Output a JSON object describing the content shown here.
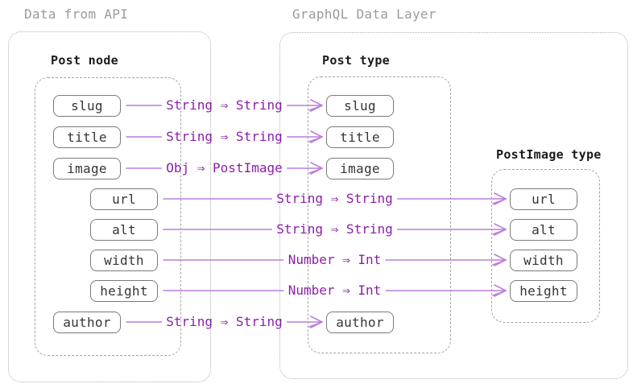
{
  "regions": [
    {
      "id": "data-from-api",
      "label": "Data from API"
    },
    {
      "id": "graphql-data-layer",
      "label": "GraphQL Data Layer"
    }
  ],
  "groups": [
    {
      "id": "post_node",
      "title": "Post node",
      "region": "data-from-api",
      "fields": [
        "slug",
        "title",
        "image",
        "url",
        "alt",
        "width",
        "height",
        "author"
      ]
    },
    {
      "id": "post_type",
      "title": "Post type",
      "region": "graphql-data-layer",
      "fields": [
        "slug",
        "title",
        "image",
        "author"
      ]
    },
    {
      "id": "postimage_type",
      "title": "PostImage type",
      "region": "graphql-data-layer",
      "fields": [
        "url",
        "alt",
        "width",
        "height"
      ]
    }
  ],
  "arrows": [
    {
      "from": "post_node.slug",
      "to": "post_type.slug",
      "label": "String ⇒ String"
    },
    {
      "from": "post_node.title",
      "to": "post_type.title",
      "label": "String ⇒ String"
    },
    {
      "from": "post_node.image",
      "to": "post_type.image",
      "label": "Obj ⇒ PostImage"
    },
    {
      "from": "post_node.url",
      "to": "postimage_type.url",
      "label": "String ⇒ String"
    },
    {
      "from": "post_node.alt",
      "to": "postimage_type.alt",
      "label": "String ⇒ String"
    },
    {
      "from": "post_node.width",
      "to": "postimage_type.width",
      "label": "Number ⇒ Int"
    },
    {
      "from": "post_node.height",
      "to": "postimage_type.height",
      "label": "Number ⇒ Int"
    },
    {
      "from": "post_node.author",
      "to": "post_type.author",
      "label": "String ⇒ String"
    }
  ],
  "colors": {
    "background": "#ffffff",
    "arrow_line": "#bb7fd9",
    "arrow_label": "#8b1fa8",
    "box_border": "#7a7a7a",
    "box_text": "#363636",
    "inner_dash": "#a3a3a3",
    "outer_dot": "#b0b0b0",
    "heading": "#1b1b1b",
    "region_label": "#9b9b9b"
  }
}
